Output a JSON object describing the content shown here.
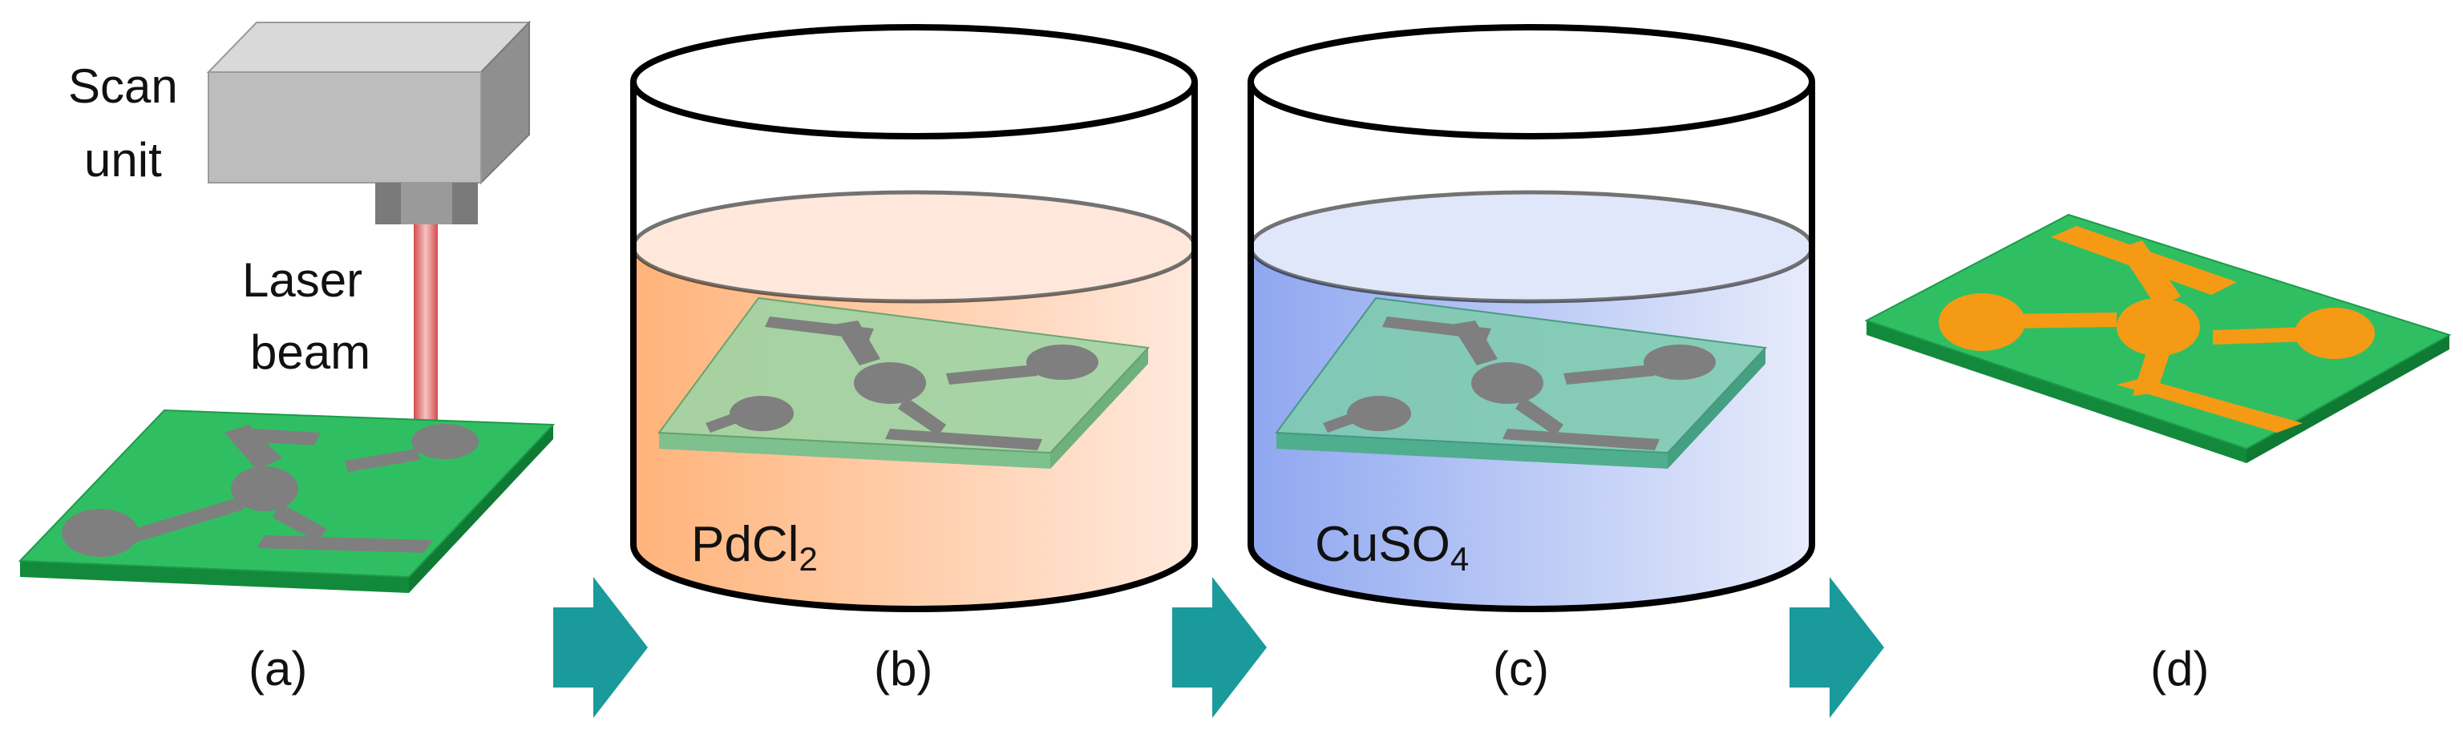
{
  "labels": {
    "scan_unit_line1": "Scan",
    "scan_unit_line2": "unit",
    "laser_line1": "Laser",
    "laser_line2": "beam",
    "pdcl_base": "PdCl",
    "pdcl_sub": "2",
    "cuso_base": "CuSO",
    "cuso_sub": "4"
  },
  "captions": {
    "a": "(a)",
    "b": "(b)",
    "c": "(c)",
    "d": "(d)"
  },
  "colors": {
    "board_green": "#2fbf62",
    "board_green_dark": "#0f8f3a",
    "pattern_gray": "#7f7f7f",
    "copper_orange": "#f59a14",
    "laser_red": "#d85b5b",
    "arrow_teal": "#1a9a9a",
    "pdcl_liquid_start": "#ffb37a",
    "pdcl_liquid_end": "#ffe9dd",
    "cuso_liquid_start": "#8fa7f0",
    "cuso_liquid_end": "#e7ecfb",
    "container_stroke": "#000000"
  },
  "icons": [
    "scan-unit-icon",
    "laser-beam-icon",
    "beaker-icon",
    "arrow-right-icon",
    "circuit-board-icon"
  ]
}
